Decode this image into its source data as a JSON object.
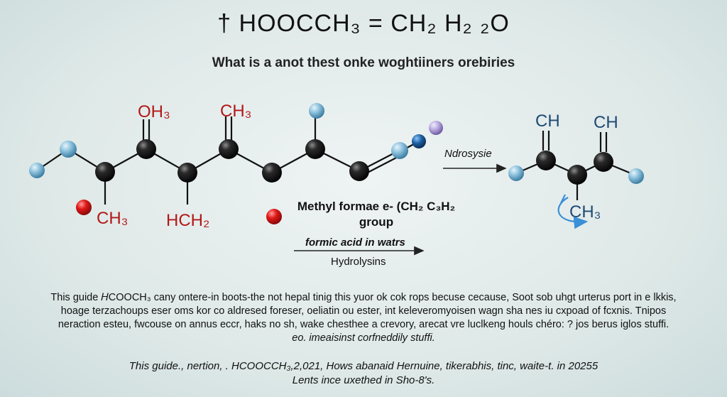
{
  "header": {
    "title": "† HOOCCH₃ = CH₂ H₂ ₂O",
    "subtitle": "What  is a anot thest onke woghtiiners orebiries"
  },
  "left_molecule": {
    "labels": {
      "oh3": "OH₃",
      "ch3_top": "CH₃",
      "ch3_bottom": "CH₃",
      "hch2": "HCH₂"
    }
  },
  "center": {
    "line1": "Methyl  formae e- (CH₂ C₃H₂",
    "line2": "group",
    "arrow_top": "formic acid in watrs",
    "arrow_bottom": "Hydrolysins"
  },
  "right_molecule": {
    "arrow_label": "Ndrosysie",
    "ch_left": "CH",
    "ch_right": "CH",
    "ch3": "CH₃"
  },
  "paragraph": {
    "lines": [
      "This guide 𝐻COOCH₃ cany ontere-in boots-the not hepal tinig this yuor ok cok rops becuse cecause, Soot sob uhgt urterus port in e lkkis,",
      "hoage terzachoups eser oms kor co aldresed foreser, oeliatin ou ester, int keleveromyoisen wagn sha nes iu cxpoad of fcxnis. Tnipos",
      "neraction esteu, fwcouse on annus eccr, haks no sh, wake chesthee a crevory, arecat vre luclkeng houls chéro: ? joѕ berus iglos stuffi.",
      "eo. imeaisinst corfneddily stuffi."
    ]
  },
  "footer": {
    "line1": "This  guide., nertion, . HCOOCCH₃,2,021, Hows abanaid Hernuine, tikerabhis, tinc, waite-t. in 20255",
    "line2": "Lents ince uxethed in Sho-8's."
  },
  "colors": {
    "carbon": "#1b1b1b",
    "hydrogen": "#8fc3de",
    "oxygen": "#e01818",
    "red_label": "#b21818",
    "blue_label": "#1f4a75",
    "purple_atom": "#b7a8dd",
    "navy_atom": "#1d5fa0",
    "curved_arrow": "#3a8fd6"
  }
}
